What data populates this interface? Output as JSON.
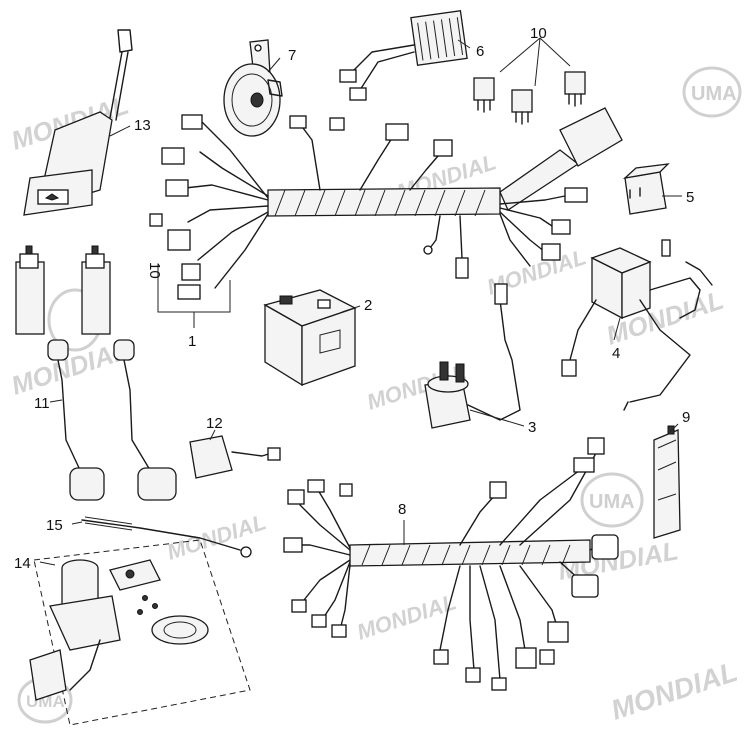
{
  "diagram": {
    "part_numbers": {
      "p1": "1",
      "p2": "2",
      "p3": "3",
      "p4": "4",
      "p5": "5",
      "p6": "6",
      "p7": "7",
      "p8": "8",
      "p9": "9",
      "p10": "10",
      "p11": "11",
      "p12": "12",
      "p13": "13",
      "p14": "14",
      "p15": "15",
      "p10_small": "10"
    },
    "watermarks": {
      "brand": "MONDIAL",
      "logo": "UMA"
    },
    "colors": {
      "line": "#1a1a1a",
      "watermark": "#d2d2d2",
      "background": "#ffffff"
    }
  }
}
